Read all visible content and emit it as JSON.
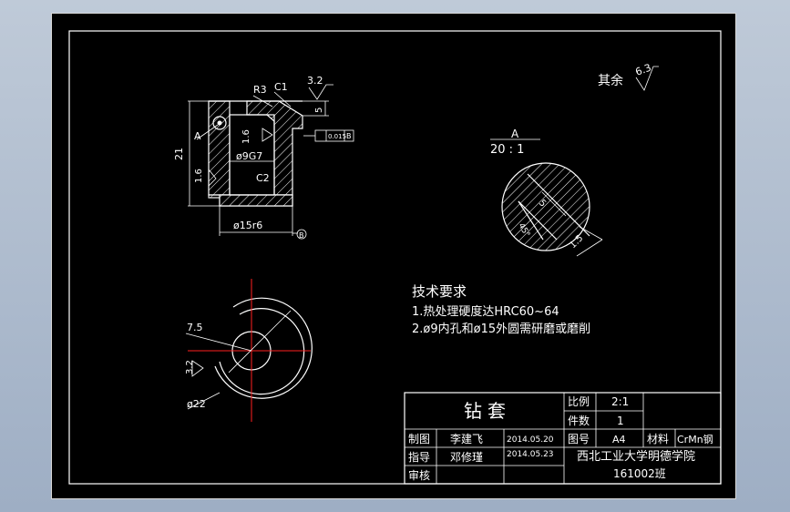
{
  "drawing": {
    "section_labels": {
      "radius": "R3",
      "chamfer_top": "C1",
      "chamfer_bottom": "C2",
      "detail_ref": "A",
      "datum": "B"
    },
    "roughness": {
      "top": "3.2",
      "inner": "1.6",
      "left": "1.6",
      "rest_label": "其余",
      "rest_value": "6.3",
      "bottom_view": "3.2"
    },
    "dimensions": {
      "height": "21",
      "flange": "5",
      "bore": "ø9G7",
      "outer": "ø15r6",
      "detail_five": "5",
      "detail_onefive": "1.5",
      "detail_angle": "45°",
      "radius_75": "7.5",
      "diameter_22": "ø22"
    },
    "tolerance_frame": {
      "value": "0.015",
      "datum": "B"
    },
    "detail": {
      "title": "A",
      "scale": "20 : 1"
    }
  },
  "requirements": {
    "title": "技术要求",
    "items": [
      "1.热处理硬度达HRC60~64",
      "2.ø9内孔和ø15外圆需研磨或磨削"
    ]
  },
  "title_block": {
    "part_name": "钻套",
    "ratio_label": "比例",
    "ratio_value": "2:1",
    "qty_label": "件数",
    "qty_value": "1",
    "drawn_label": "制图",
    "drawn_name": "李建飞",
    "drawn_date": "2014.05.20",
    "sheet_label": "图号",
    "sheet_value": "A4",
    "material_label": "材料",
    "material_value": "CrMn钢",
    "guide_label": "指导",
    "guide_name": "邓修瑾",
    "guide_date": "2014.05.23",
    "school": "西北工业大学明德学院",
    "review_label": "审核",
    "class_no": "161002班"
  }
}
